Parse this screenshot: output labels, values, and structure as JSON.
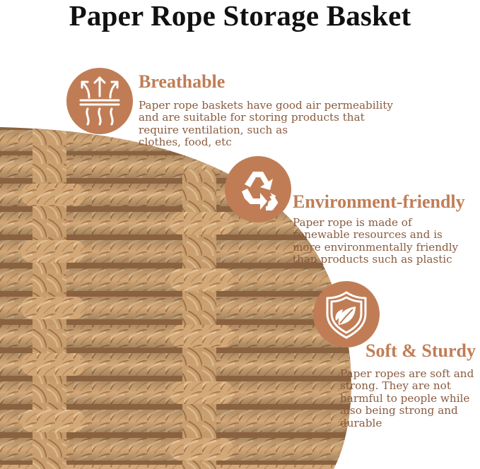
{
  "title": "Paper Rope Storage Basket",
  "features": [
    {
      "icon": "breathable-arrows-icon",
      "title": "Breathable",
      "lines": [
        "Paper rope baskets have good air permeability",
        "and are suitable for storing products that",
        "require ventilation, such as",
        "clothes, food, etc"
      ]
    },
    {
      "icon": "recycle-icon",
      "title": "Environment-friendly",
      "lines": [
        "Paper rope is made of",
        "renewable resources and is",
        "more environmentally friendly",
        "than products such as plastic"
      ]
    },
    {
      "icon": "shield-leaf-icon",
      "title": "Soft & Sturdy",
      "lines": [
        "Paper ropes are soft and",
        "strong. They are not",
        "harmful to people while",
        "also being strong and",
        "durable"
      ]
    }
  ],
  "colors": {
    "accent": "#c07d55",
    "body_text": "#8a5b3f",
    "title_text": "#111111",
    "rope": "#d2a774"
  }
}
